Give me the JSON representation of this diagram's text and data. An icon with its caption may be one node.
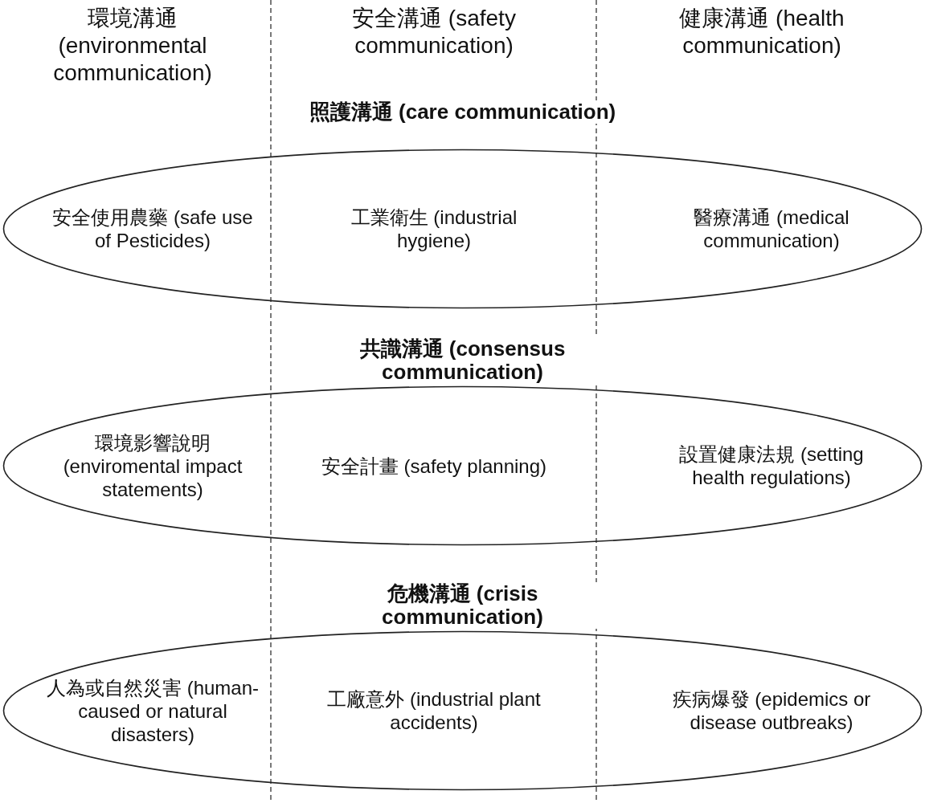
{
  "diagram": {
    "nodes": [
      {
        "text": [
          "照護溝通 (care communication)",
          "安全使用農藥 (safe use of Pesticides)",
          "工業衛生 (industrial hygiene)",
          "醫療溝通 (medical communication)"
        ]
      },
      {
        "text": [
          "共識溝通 (consensus communication)",
          "環境影響說明 (enviromental impact statements)",
          "安全計畫 (safety planning)",
          "設置健康法規 (setting health regulations)"
        ]
      },
      {
        "text": [
          "危機溝通 (crisis communication)",
          "人為或自然災害 (human-caused or natural disasters)",
          "工廠意外 (industrial plant accidents)",
          "疾病爆發 (epidemics or disease outbreaks)"
        ]
      }
    ],
    "edges": [],
    "labels": [
      "環境溝通 (environmental communication)",
      "安全溝通 (safety communication)",
      "健康溝通 (health communication)"
    ]
  }
}
